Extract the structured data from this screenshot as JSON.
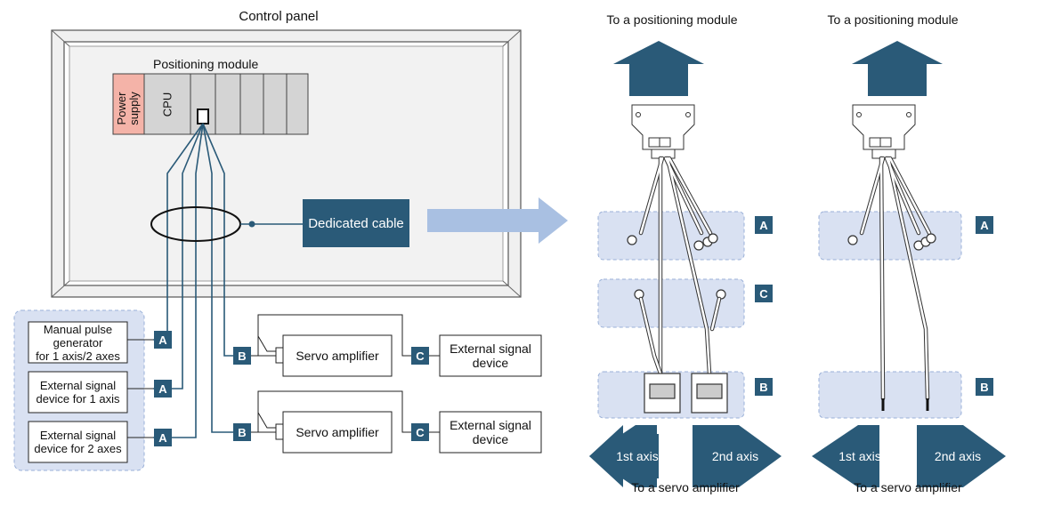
{
  "control_panel": {
    "title": "Control panel",
    "module_label": "Positioning module",
    "power_supply": "Power\nsupply",
    "cpu": "CPU",
    "cable_label": "Dedicated cable"
  },
  "left_devices": [
    {
      "label": "Manual pulse\ngenerator\nfor 1 axis/2 axes",
      "badge": "A"
    },
    {
      "label": "External signal\ndevice for 1 axis",
      "badge": "A"
    },
    {
      "label": "External signal\ndevice for 2 axes",
      "badge": "A"
    }
  ],
  "servo_rows": [
    {
      "badge_b": "B",
      "servo": "Servo amplifier",
      "badge_c": "C",
      "ext": "External signal\ndevice"
    },
    {
      "badge_b": "B",
      "servo": "Servo amplifier",
      "badge_c": "C",
      "ext": "External signal\ndevice"
    }
  ],
  "cable_views": [
    {
      "top_label": "To a positioning module",
      "zones": [
        "A",
        "C",
        "B"
      ],
      "axis_left": "1st axis",
      "axis_right": "2nd axis",
      "bottom_label": "To a servo amplifier"
    },
    {
      "top_label": "To a positioning module",
      "zones": [
        "A",
        "B"
      ],
      "axis_left": "1st axis",
      "axis_right": "2nd axis",
      "bottom_label": "To a servo amplifier"
    }
  ],
  "colors": {
    "accent": "#2a5a78",
    "zone_fill": "#d9e1f2",
    "big_arrow": "#a9c0e2",
    "power_supply": "#f4b3a8",
    "slot": "#d4d4d4",
    "panel": "#f0f0f0"
  }
}
